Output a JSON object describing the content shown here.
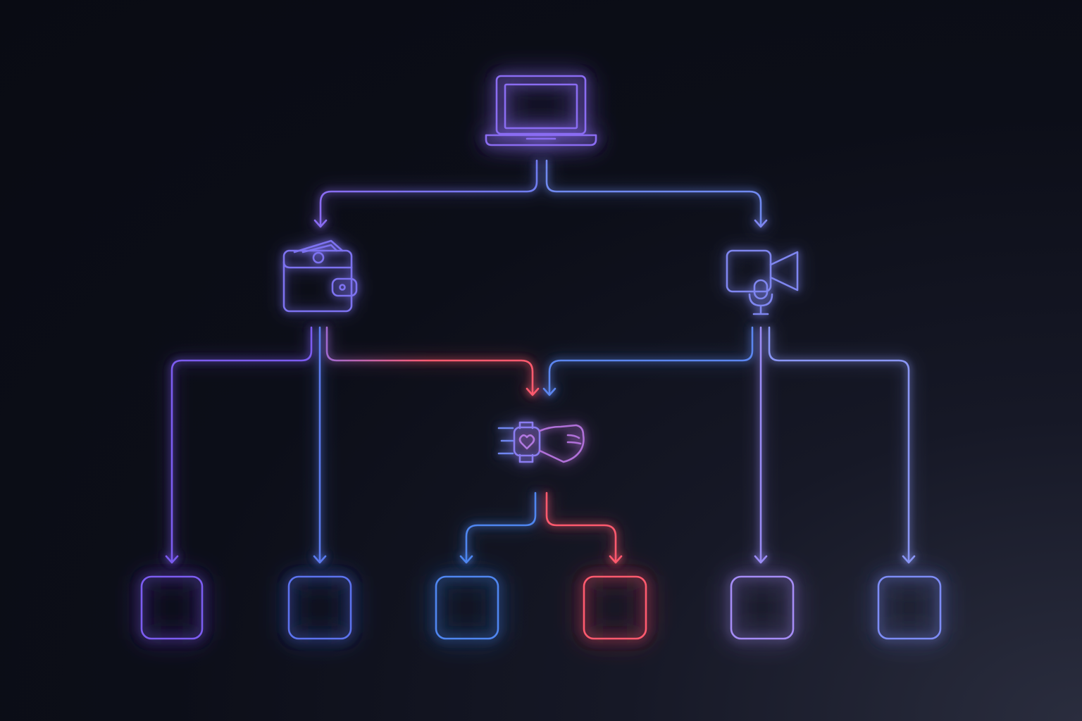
{
  "diagram": {
    "colors": {
      "background": "#0b0d16",
      "violet": "#8a6cf2",
      "indigo": "#7f86f0",
      "blue": "#5b86f0",
      "red": "#ff5a6e",
      "lavender": "#a58cf5"
    },
    "nodes": [
      {
        "id": "laptop",
        "icon": "laptop-icon",
        "color": "#8a6cf2"
      },
      {
        "id": "wallet",
        "icon": "wallet-icon",
        "color": "#7d72f0"
      },
      {
        "id": "camera",
        "icon": "video-camera-microphone-icon",
        "color": "#7f86f0"
      },
      {
        "id": "watch",
        "icon": "smartwatch-heart-icon",
        "color": "#8a7cf0"
      },
      {
        "id": "box-1",
        "icon": "empty-box",
        "color": "#7b5cf0"
      },
      {
        "id": "box-2",
        "icon": "empty-box",
        "color": "#5b73ee"
      },
      {
        "id": "box-3",
        "icon": "empty-box",
        "color": "#4f86f0"
      },
      {
        "id": "box-4",
        "icon": "empty-box",
        "color": "#ff5a6e"
      },
      {
        "id": "box-5",
        "icon": "empty-box",
        "color": "#a58cf5"
      },
      {
        "id": "box-6",
        "icon": "empty-box",
        "color": "#7d8cf5"
      }
    ],
    "edges": [
      {
        "from": "laptop",
        "to": "wallet",
        "color": "#8a6cf2"
      },
      {
        "from": "laptop",
        "to": "camera",
        "color": "#6f8af0"
      },
      {
        "from": "wallet",
        "to": "box-1",
        "color": "#7b5cf0"
      },
      {
        "from": "wallet",
        "to": "box-2",
        "color": "#5b7cf0"
      },
      {
        "from": "wallet",
        "to": "watch",
        "color": "#ff5a6e"
      },
      {
        "from": "camera",
        "to": "watch",
        "color": "#5b86f0"
      },
      {
        "from": "camera",
        "to": "box-5",
        "color": "#9a8cf5"
      },
      {
        "from": "camera",
        "to": "box-6",
        "color": "#8a96f5"
      },
      {
        "from": "watch",
        "to": "box-3",
        "color": "#4f86f0"
      },
      {
        "from": "watch",
        "to": "box-4",
        "color": "#ff5a6e"
      }
    ]
  }
}
